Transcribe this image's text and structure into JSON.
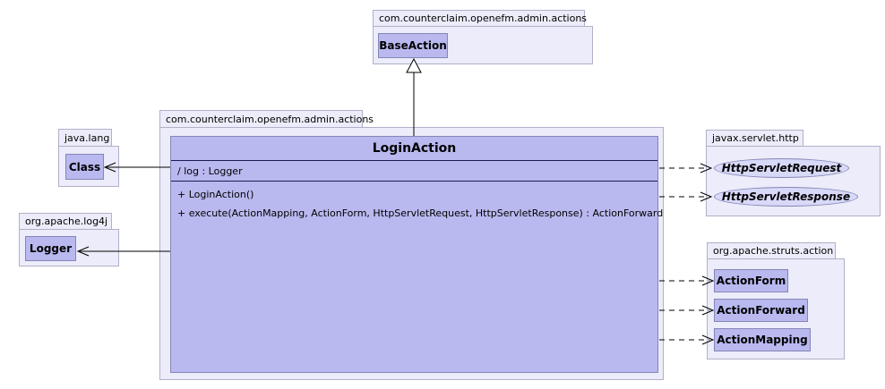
{
  "colors": {
    "node_fill": "#b9b9f0",
    "interface_fill": "#d8d8f8",
    "package_fill": "#ececfa",
    "node_border": "#8585b5",
    "package_border": "#b0b0c8",
    "compartment_line": "#1b1b55",
    "connector": "#000000"
  },
  "packages": {
    "actions_top": {
      "name": "com.counterclaim.openefm.admin.actions"
    },
    "actions_main": {
      "name": "com.counterclaim.openefm.admin.actions"
    },
    "java_lang": {
      "name": "java.lang"
    },
    "log4j": {
      "name": "org.apache.log4j"
    },
    "servlet_http": {
      "name": "javax.servlet.http"
    },
    "struts_action": {
      "name": "org.apache.struts.action"
    }
  },
  "classes": {
    "base_action": "BaseAction",
    "java_class": "Class",
    "logger": "Logger",
    "action_form": "ActionForm",
    "action_forward": "ActionForward",
    "action_mapping": "ActionMapping"
  },
  "interfaces": {
    "http_servlet_request": "HttpServletRequest",
    "http_servlet_response": "HttpServletResponse"
  },
  "login_action": {
    "name": "LoginAction",
    "attributes": [
      "/ log : Logger"
    ],
    "methods": [
      "+ LoginAction()",
      "+ execute(ActionMapping, ActionForm, HttpServletRequest, HttpServletResponse) : ActionForward"
    ]
  }
}
